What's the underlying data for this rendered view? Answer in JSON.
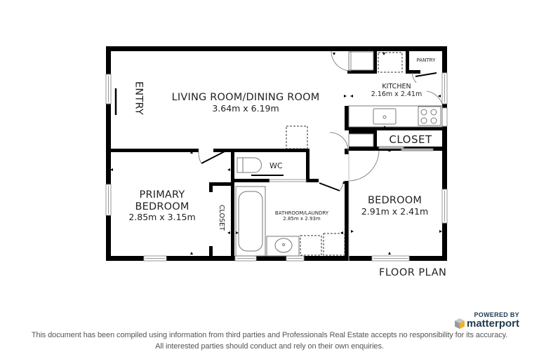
{
  "plan": {
    "title": "FLOOR PLAN",
    "rooms": {
      "living": {
        "name": "LIVING ROOM/DINING ROOM",
        "dim": "3.64m x 6.19m"
      },
      "entry": {
        "name": "ENTRY"
      },
      "kitchen": {
        "name": "KITCHEN",
        "dim": "2.16m x 2.41m"
      },
      "pantry": {
        "name": "PANTRY"
      },
      "closet_hall": {
        "name": "CLOSET"
      },
      "wc": {
        "name": "WC"
      },
      "primary": {
        "name_line1": "PRIMARY",
        "name_line2": "BEDROOM",
        "dim": "2.85m x 3.15m"
      },
      "closet_primary": {
        "name": "CLOSET"
      },
      "bath": {
        "name": "BATHROOM/LAUNDRY",
        "dim": "2.85m x 2.93m"
      },
      "bedroom": {
        "name": "BEDROOM",
        "dim": "2.91m x 2.41m"
      }
    },
    "colors": {
      "wall": "#000000",
      "fixture": "#777777",
      "window": "#9a9a9a",
      "background": "#ffffff"
    }
  },
  "branding": {
    "powered_by": "POWERED BY",
    "brand": "matterport",
    "brand_color": "#1f3a4f",
    "logo_color": "#f0b323"
  },
  "disclaimer": {
    "line1": "This document has been compiled using information from third parties and Professionals Real Estate accepts no responsibility for its accuracy.",
    "line2": "All interested parties should conduct and rely on their own enquiries."
  }
}
